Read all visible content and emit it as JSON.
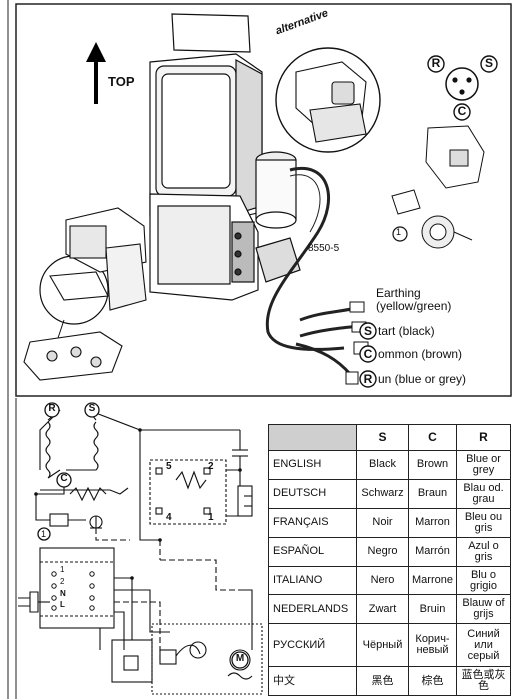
{
  "upper": {
    "top_label": "TOP",
    "alternative_label": "alternative",
    "part_number": "8550-5",
    "relay_letters": {
      "r": "R",
      "s": "S",
      "c": "C"
    },
    "circled_one": "①",
    "wires": {
      "earthing_line1": "Earthing",
      "earthing_line2": "(yellow/green)",
      "start": {
        "letter": "S",
        "text": "tart (black)"
      },
      "common": {
        "letter": "C",
        "text": "ommon (brown)"
      },
      "run": {
        "letter": "R",
        "text": "un (blue or grey)"
      }
    }
  },
  "schematic": {
    "r": "R",
    "s": "S",
    "c": "C",
    "one_circle": "①",
    "t5": "5",
    "t2": "2",
    "t4": "4",
    "t1": "1",
    "p1": "1",
    "p2": "2",
    "pN": "N",
    "pL": "L",
    "m": "M"
  },
  "color_table": {
    "headers": [
      "",
      "S",
      "C",
      "R"
    ],
    "rows": [
      {
        "lang": "ENGLISH",
        "s": "Black",
        "c": "Brown",
        "r": "Blue or grey"
      },
      {
        "lang": "DEUTSCH",
        "s": "Schwarz",
        "c": "Braun",
        "r": "Blau od. grau"
      },
      {
        "lang": "FRANÇAIS",
        "s": "Noir",
        "c": "Marron",
        "r": "Bleu ou gris"
      },
      {
        "lang": "ESPAÑOL",
        "s": "Negro",
        "c": "Marrón",
        "r": "Azul o gris"
      },
      {
        "lang": "ITALIANO",
        "s": "Nero",
        "c": "Marrone",
        "r": "Blu o grigio"
      },
      {
        "lang": "NEDERLANDS",
        "s": "Zwart",
        "c": "Bruin",
        "r": "Blauw of grijs"
      },
      {
        "lang": "РУССКИЙ",
        "s": "Чёрный",
        "c": "Корич-невый",
        "r": "Синий или серый"
      },
      {
        "lang": "中文",
        "s": "黑色",
        "c": "棕色",
        "r": "蓝色或灰色"
      }
    ]
  }
}
